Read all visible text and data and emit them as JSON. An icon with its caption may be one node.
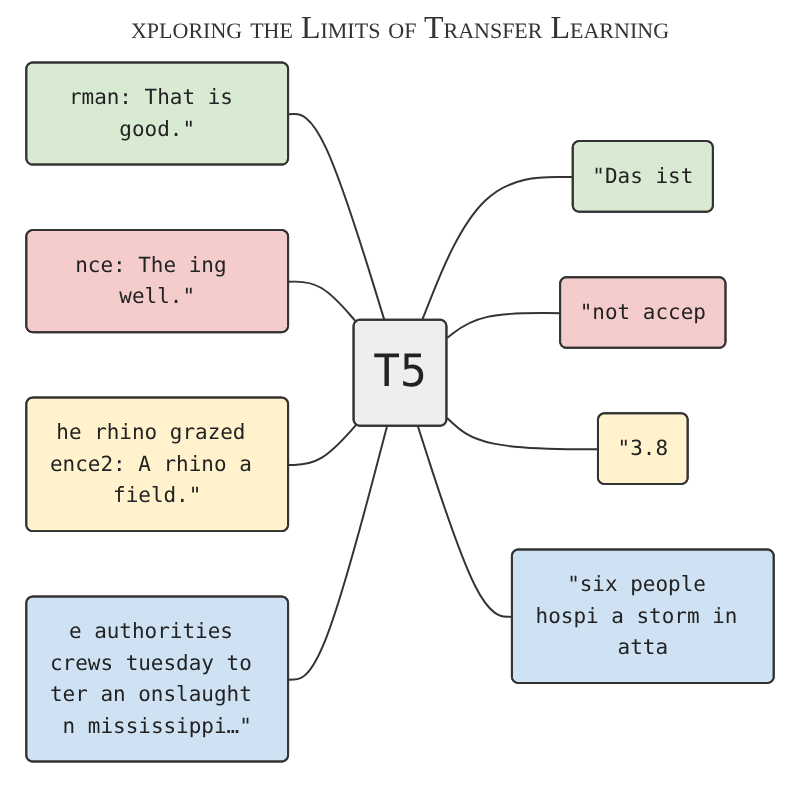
{
  "diagram": {
    "title": "xploring the Limits of Transfer Learning",
    "nodes": [
      {
        "text": [
          "rman: That is good.\""
        ]
      },
      {
        "text": [
          "nce: The ing well.\""
        ]
      },
      {
        "text": [
          "he rhino grazed ence2: A rhino a field.\""
        ]
      },
      {
        "text": [
          "e authorities crews tuesday to ter an onslaught n mississippi…\""
        ]
      },
      {
        "text": [
          "T5"
        ]
      },
      {
        "text": [
          "\"Das ist"
        ]
      },
      {
        "text": [
          "\"not accep"
        ]
      },
      {
        "text": [
          "\"3.8"
        ]
      },
      {
        "text": [
          "\"six people hospi a storm in atta"
        ]
      }
    ],
    "edges": [
      {
        "from": 0,
        "to": 4,
        "arrow": "none"
      },
      {
        "from": 1,
        "to": 4,
        "arrow": "none"
      },
      {
        "from": 2,
        "to": 4,
        "arrow": "none"
      },
      {
        "from": 3,
        "to": 4,
        "arrow": "none"
      },
      {
        "from": 4,
        "to": 5,
        "arrow": "none"
      },
      {
        "from": 4,
        "to": 6,
        "arrow": "none"
      },
      {
        "from": 4,
        "to": 7,
        "arrow": "none"
      },
      {
        "from": 4,
        "to": 8,
        "arrow": "none"
      }
    ]
  }
}
